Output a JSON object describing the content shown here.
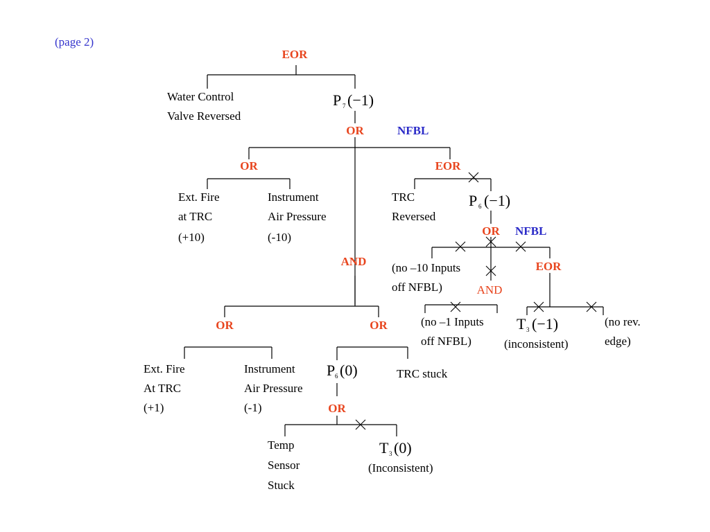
{
  "colors": {
    "gate": "#e8451e",
    "nfbl": "#2b2bc8",
    "page": "#3333cc",
    "line": "#000000"
  },
  "page_label": "(page  2)",
  "gates": {
    "eor_top": "EOR",
    "or_p7": "OR",
    "nfbl_1": "NFBL",
    "or_left": "OR",
    "eor_right": "EOR",
    "or_p6": "OR",
    "nfbl_2": "NFBL",
    "eor_t3": "EOR",
    "and_mid": "AND",
    "and_small": "AND",
    "or_bl": "OR",
    "or_br": "OR",
    "or_p60": "OR"
  },
  "variables": {
    "p7": {
      "base": "P",
      "sub": "7",
      "arg": "(−1)"
    },
    "p6_neg": {
      "base": "P",
      "sub": "6",
      "arg": "(−1)"
    },
    "t3_neg": {
      "base": "T",
      "sub": "3",
      "arg": "(−1)"
    },
    "p6_zero": {
      "base": "P",
      "sub": "6",
      "arg": "(0)"
    },
    "t3_zero": {
      "base": "T",
      "sub": "3",
      "arg": "(0)"
    }
  },
  "labels": {
    "water_valve": [
      "Water  Control",
      "Valve  Reversed"
    ],
    "ext_fire_1": [
      "Ext.  Fire",
      "at  TRC",
      "(+10)"
    ],
    "inst_air_1": [
      "Instrument",
      "Air  Pressure",
      "(-10)"
    ],
    "trc_reversed": [
      "TRC",
      "Reversed"
    ],
    "no_minus10": [
      "(no –10 Inputs",
      "off NFBL)"
    ],
    "no_minus1": [
      "(no –1 Inputs",
      "off NFBL)"
    ],
    "inconsistent_1": "(inconsistent)",
    "no_rev_edge": [
      "(no rev.",
      "edge)"
    ],
    "ext_fire_2": [
      "Ext. Fire",
      "At  TRC",
      "(+1)"
    ],
    "inst_air_2": [
      "Instrument",
      "Air  Pressure",
      "(-1)"
    ],
    "trc_stuck": "TRC stuck",
    "temp_sensor": [
      "Temp",
      "Sensor",
      "Stuck"
    ],
    "inconsistent_2": "(Inconsistent)"
  }
}
